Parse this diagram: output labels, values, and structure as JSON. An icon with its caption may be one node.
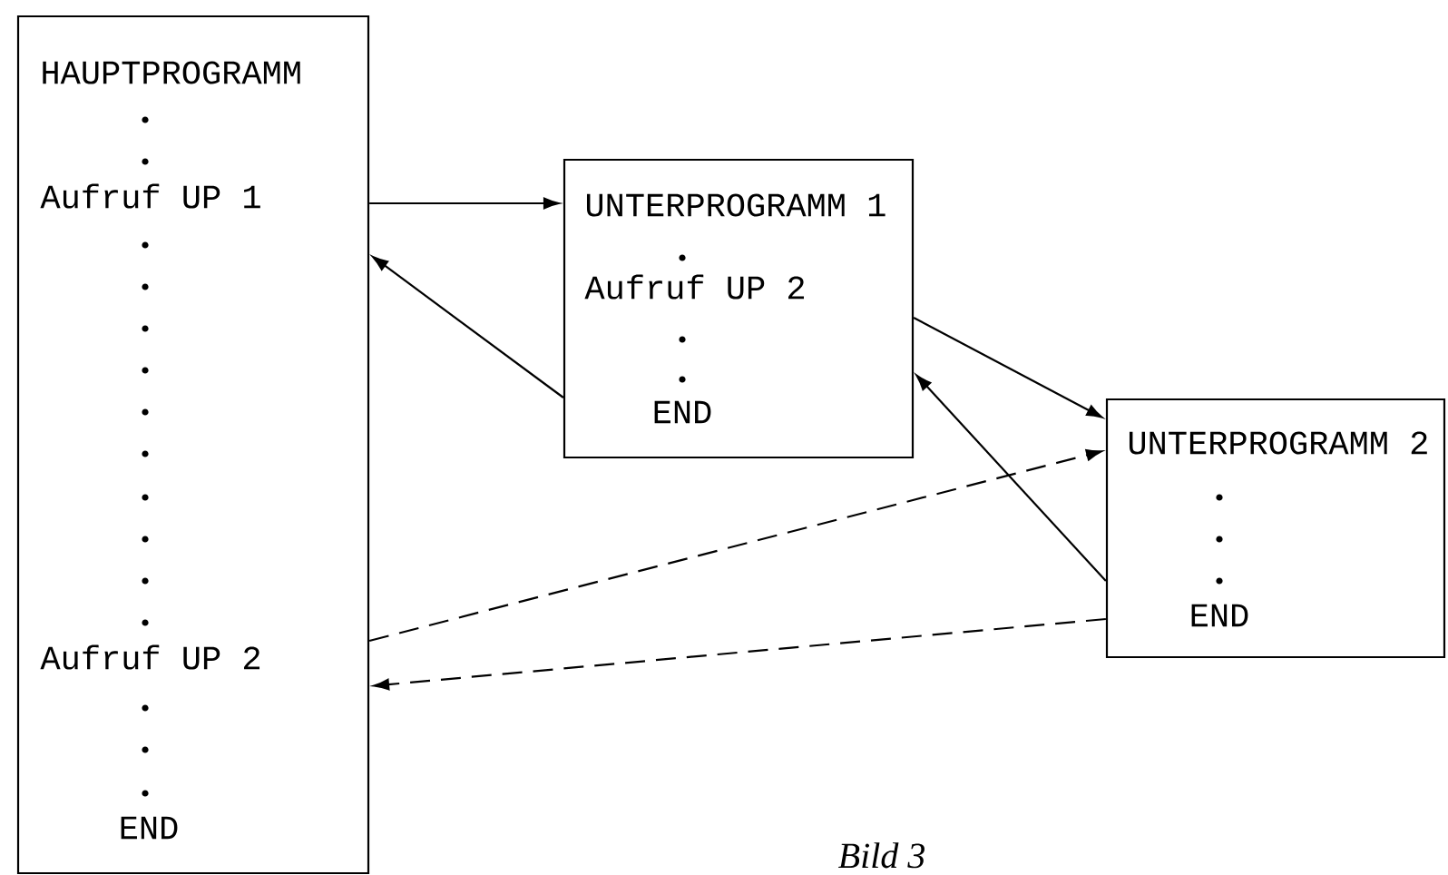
{
  "diagram": {
    "caption": "Bild 3",
    "nodes": [
      {
        "text": [
          "HAUPTPROGRAMM",
          "Aufruf UP 1",
          "Aufruf UP 2",
          "END"
        ]
      },
      {
        "text": [
          "UNTERPROGRAMM 1",
          "Aufruf UP 2",
          "END"
        ]
      },
      {
        "text": [
          "UNTERPROGRAMM 2",
          "END"
        ]
      }
    ],
    "edges": [
      {
        "from": 0,
        "to": 1,
        "arrow": "to"
      },
      {
        "from": 1,
        "to": 0,
        "arrow": "to"
      },
      {
        "from": 1,
        "to": 2,
        "arrow": "to"
      },
      {
        "from": 2,
        "to": 1,
        "arrow": "to"
      },
      {
        "from": 0,
        "to": 2,
        "arrow": "to",
        "style": "dashed"
      },
      {
        "from": 2,
        "to": 0,
        "arrow": "to",
        "style": "dashed"
      }
    ]
  }
}
